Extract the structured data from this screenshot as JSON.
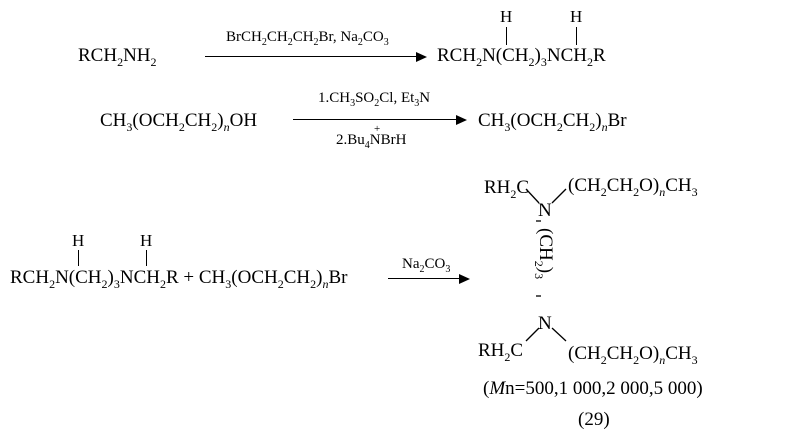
{
  "reaction1": {
    "reactant": [
      "RCH",
      "2",
      "NH",
      "2"
    ],
    "reagents": [
      "BrCH",
      "2",
      "CH",
      "2",
      "CH",
      "2",
      "Br, Na",
      "2",
      "CO",
      "3"
    ],
    "product_h1": "H",
    "product_h2": "H",
    "product": [
      "RCH",
      "2",
      "N(CH",
      "2",
      ")",
      "3",
      "NCH",
      "2",
      "R"
    ]
  },
  "reaction2": {
    "reactant": [
      "CH",
      "3",
      "(OCH",
      "2",
      "CH",
      "2",
      ")",
      "n",
      "OH"
    ],
    "step1": [
      "1.CH",
      "3",
      "SO",
      "2",
      "Cl, Et",
      "3",
      "N"
    ],
    "step2_plus": "+",
    "step2": [
      "2.Bu",
      "4",
      "NBrH"
    ],
    "product": [
      "CH",
      "3",
      "(OCH",
      "2",
      "CH",
      "2",
      ")",
      "n",
      "Br"
    ]
  },
  "reaction3": {
    "h1": "H",
    "h2": "H",
    "reactant": [
      "RCH",
      "2",
      "N(CH",
      "2",
      ")",
      "3",
      "NCH",
      "2",
      "R + CH",
      "3",
      "(OCH",
      "2",
      "CH",
      "2",
      ")",
      "n",
      "Br"
    ],
    "reagent": [
      "Na",
      "2",
      "CO",
      "3"
    ],
    "top_left": [
      "RH",
      "2",
      "C"
    ],
    "top_right": [
      "(CH",
      "2",
      "CH",
      "2",
      "O)",
      "n",
      "CH",
      "3"
    ],
    "n_top": "N",
    "n_bottom": "N",
    "chain": [
      "(CH",
      "2",
      ")",
      "3"
    ],
    "bottom_left": [
      "RH",
      "2",
      "C"
    ],
    "bottom_right": [
      "(CH",
      "2",
      "CH",
      "2",
      "O)",
      "n",
      "CH",
      "3"
    ],
    "mn_label": [
      "(",
      "M",
      "n=500,1 000,2 000,5 000)"
    ],
    "compound_number": "(29)"
  }
}
